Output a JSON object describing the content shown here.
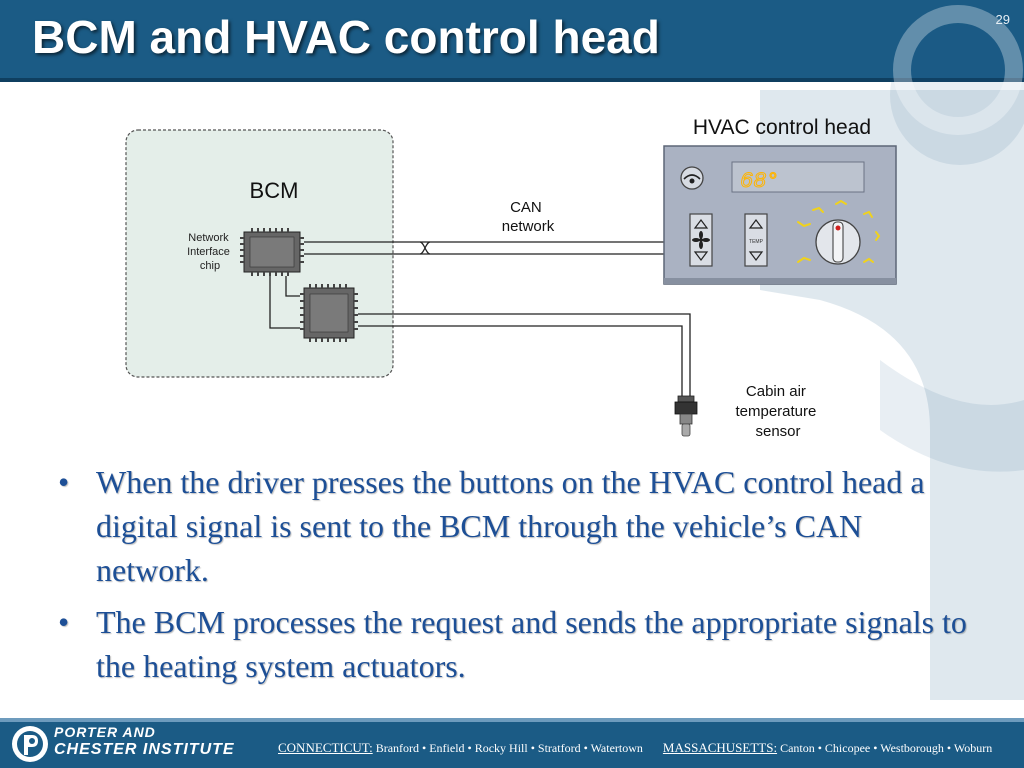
{
  "title": "BCM and HVAC control head",
  "page_number": "29",
  "diagram": {
    "bcm_label": "BCM",
    "network_chip_label": [
      "Network",
      "Interface",
      "chip"
    ],
    "can_label": [
      "CAN",
      "network"
    ],
    "hvac_label": "HVAC control head",
    "display_value": "68°",
    "temp_label": "TEMP",
    "sensor_label": [
      "Cabin air",
      "temperature",
      "sensor"
    ]
  },
  "bullets": [
    "When the driver presses the buttons on the HVAC control head a digital signal is sent to the BCM through the vehicle’s CAN network.",
    "The BCM processes the request and sends the appropriate signals to the heating system actuators."
  ],
  "footer": {
    "logo_line1": "PORTER AND",
    "logo_line2": "CHESTER INSTITUTE",
    "state1": "CONNECTICUT:",
    "state1_cities": "Branford • Enfield • Rocky Hill • Stratford • Watertown",
    "state2": "MASSACHUSETTS:",
    "state2_cities": "Canton • Chicopee • Westborough • Woburn"
  },
  "colors": {
    "header": "#1b5b85",
    "bullet_text": "#1d4f96",
    "bcm_box": "#e4eee9",
    "hvac_panel": "#aab2c2"
  }
}
